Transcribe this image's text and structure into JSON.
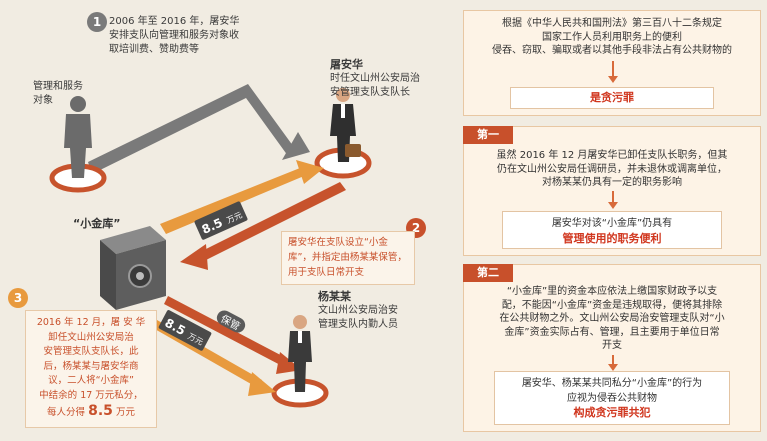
{
  "step1": {
    "number": "1",
    "text_lines": [
      "2006 年至 2016 年，屠安华",
      "安排支队向管理和服务对象收",
      "取培训费、赞助费等"
    ]
  },
  "person_target": {
    "label_lines": [
      "管理和服务",
      "对象"
    ]
  },
  "person_tu": {
    "name": "屠安华",
    "title_lines": [
      "时任文山州公安局治",
      "安管理支队支队长"
    ]
  },
  "vault": {
    "label": "“小金库”"
  },
  "step2": {
    "number": "2",
    "text_lines": [
      "屠安华在支队设立“小金",
      "库”，并指定由杨某某保管，",
      "用于支队日常开支"
    ]
  },
  "person_yang": {
    "name": "杨某某",
    "title_lines": [
      "文山州公安局治安",
      "管理支队内勤人员"
    ]
  },
  "step3": {
    "number": "3",
    "text_lines": [
      "2016 年 12 月，屠 安 华",
      "卸任文山州公安局治",
      "安管理支队支队长，此",
      "后，杨某某与屠安华商",
      "议，二人将“小金库”",
      "中结余的 17 万元私分，"
    ],
    "last_prefix": "每人分得",
    "last_amount": "8.5",
    "last_suffix": "万元"
  },
  "arrow_labels": {
    "amount_top": "8.5",
    "unit_top": "万元",
    "amount_bottom": "8.5",
    "unit_bottom": "万元",
    "custody": "保管"
  },
  "law": {
    "lines": [
      "根据《中华人民共和国刑法》第三百八十二条规定",
      "国家工作人员利用职务上的便利",
      "侵吞、窃取、骗取或者以其他手段非法占有公共财物的"
    ],
    "result": "是贪污罪"
  },
  "first": {
    "tag": "第一",
    "lines": [
      "虽然 2016 年 12 月屠安华已卸任支队长职务，但其",
      "仍在文山州公安局任调研员，并未退休或调离单位，",
      "对杨某某仍具有一定的职务影响"
    ],
    "result_line1": "屠安华对该“小金库”仍具有",
    "result_line2": "管理使用的职务便利"
  },
  "second": {
    "tag": "第二",
    "lines": [
      "“小金库”里的资金本应依法上缴国家财政予以支",
      "配，不能因“小金库”资金是违规取得，便将其排除",
      "在公共财物之外。文山州公安局治安管理支队对“小",
      "金库”资金实际占有、管理，且主要用于单位日常",
      "开支"
    ],
    "result_line1": "屠安华、杨某某共同私分“小金库”的行为",
    "result_line2": "应视为侵吞公共财物",
    "result_line3": "构成贪污罪共犯"
  }
}
